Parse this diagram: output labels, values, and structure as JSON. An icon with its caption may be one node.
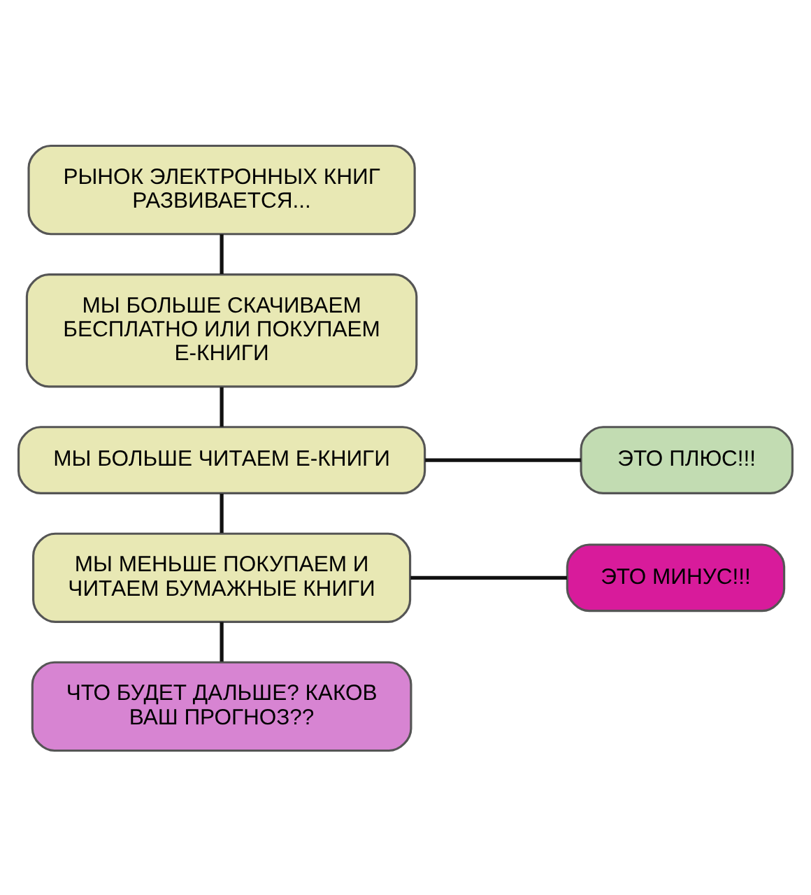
{
  "diagram": {
    "nodes": [
      {
        "text": [
          "РЫНОК ЭЛЕКТРОННЫХ КНИГ РАЗВИВАЕТСЯ..."
        ]
      },
      {
        "text": [
          "МЫ БОЛЬШЕ СКАЧИВАЕМ БЕСПЛАТНО ИЛИ ПОКУПАЕМ Е-КНИГИ"
        ]
      },
      {
        "text": [
          "МЫ БОЛЬШЕ ЧИТАЕМ Е-КНИГИ"
        ]
      },
      {
        "text": [
          "ЭТО ПЛЮС!!!"
        ]
      },
      {
        "text": [
          "МЫ МЕНЬШЕ ПОКУПАЕМ И ЧИТАЕМ БУМАЖНЫЕ КНИГИ"
        ]
      },
      {
        "text": [
          "ЭТО МИНУС!!!"
        ]
      },
      {
        "text": [
          "ЧТО БУДЕТ ДАЛЬШЕ? КАКОВ ВАШ ПРОГНОЗ??"
        ]
      }
    ],
    "edges": [
      {
        "from": 0,
        "to": 1,
        "arrow": "none"
      },
      {
        "from": 1,
        "to": 2,
        "arrow": "none"
      },
      {
        "from": 2,
        "to": 3,
        "arrow": "none"
      },
      {
        "from": 2,
        "to": 4,
        "arrow": "none"
      },
      {
        "from": 4,
        "to": 5,
        "arrow": "none"
      },
      {
        "from": 4,
        "to": 6,
        "arrow": "none"
      }
    ]
  }
}
